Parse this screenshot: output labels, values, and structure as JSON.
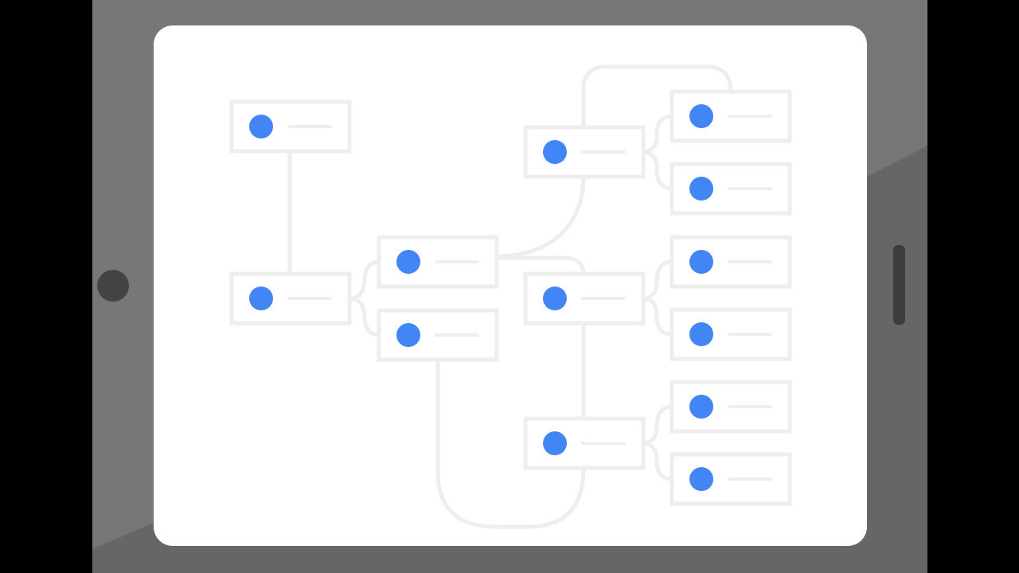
{
  "colors": {
    "background": "#000000",
    "tablet_body": "#777777",
    "tablet_shade": "#666666",
    "home_button": "#444444",
    "side_button": "#3d3d3d",
    "screen": "#ffffff",
    "box_stroke": "#eeeeee",
    "connector": "#eeeeee",
    "node_dot": "#4285f4",
    "placeholder_line": "#eeeeee"
  },
  "icons": {
    "home_button": "home-button-icon",
    "side_button": "side-button-icon",
    "node_marker": "blue-dot-icon"
  },
  "diagram": {
    "type": "tree",
    "labels": "none",
    "node_ids": [
      "root-a",
      "root-b",
      "mid-top",
      "mid-bottom",
      "right-upper",
      "right-middle",
      "right-lower",
      "leaf-1",
      "leaf-2",
      "leaf-3",
      "leaf-4",
      "leaf-5",
      "leaf-6"
    ],
    "edges": [
      [
        "root-a",
        "root-b"
      ],
      [
        "root-b",
        "mid-top"
      ],
      [
        "root-b",
        "mid-bottom"
      ],
      [
        "mid-top",
        "right-upper"
      ],
      [
        "mid-top",
        "right-middle"
      ],
      [
        "mid-bottom",
        "right-lower"
      ],
      [
        "right-middle",
        "right-lower"
      ],
      [
        "right-upper",
        "leaf-1"
      ],
      [
        "right-upper",
        "leaf-2"
      ],
      [
        "right-middle",
        "leaf-3"
      ],
      [
        "right-middle",
        "leaf-4"
      ],
      [
        "right-lower",
        "leaf-5"
      ],
      [
        "right-lower",
        "leaf-6"
      ]
    ]
  }
}
